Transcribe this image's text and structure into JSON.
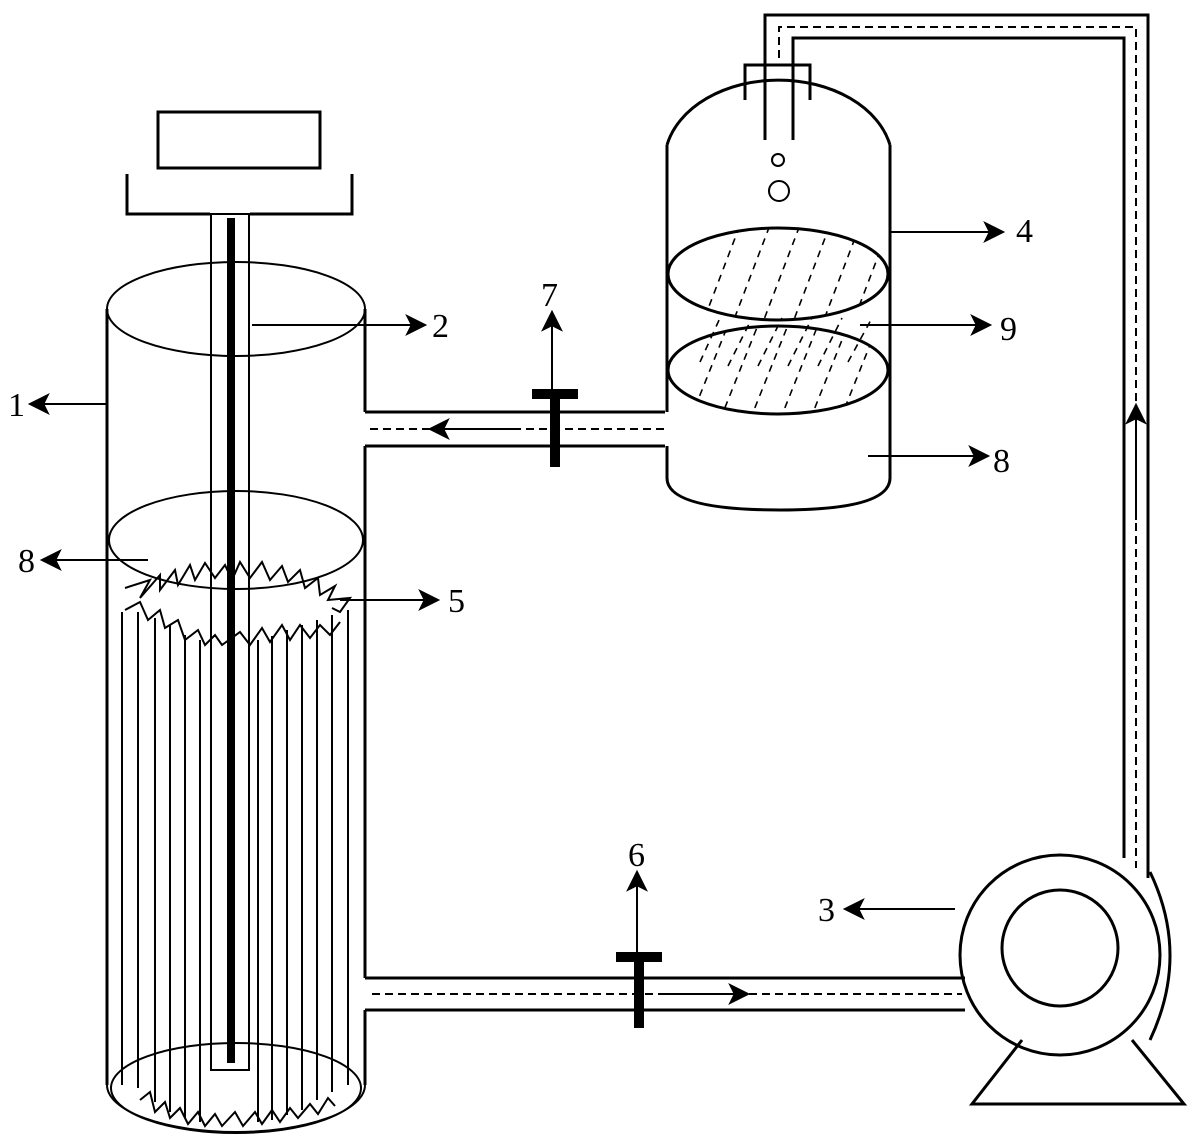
{
  "labels": {
    "reactor_column": "1",
    "stirring_rod": "2",
    "pump": "3",
    "gas_vessel": "4",
    "packing_material": "5",
    "valve_bottom": "6",
    "valve_top": "7",
    "liquid_reactor": "8",
    "liquid_vessel": "8",
    "filter_plate": "9"
  }
}
